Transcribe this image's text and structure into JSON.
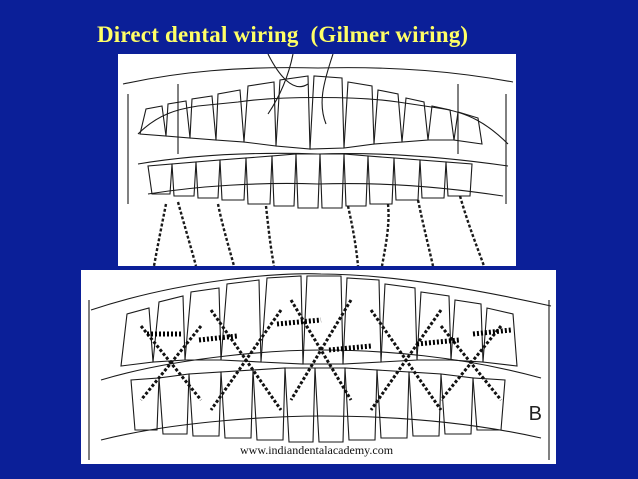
{
  "slide": {
    "title": "Direct dental wiring  (Gilmer wiring)",
    "figure_b_label": "B",
    "footer_url": "www.indiandentalacademy.com"
  },
  "colors": {
    "background": "#0b1f98",
    "title": "#ffff66",
    "figure_background": "#ffffff",
    "line_art": "#1a1a1a"
  }
}
